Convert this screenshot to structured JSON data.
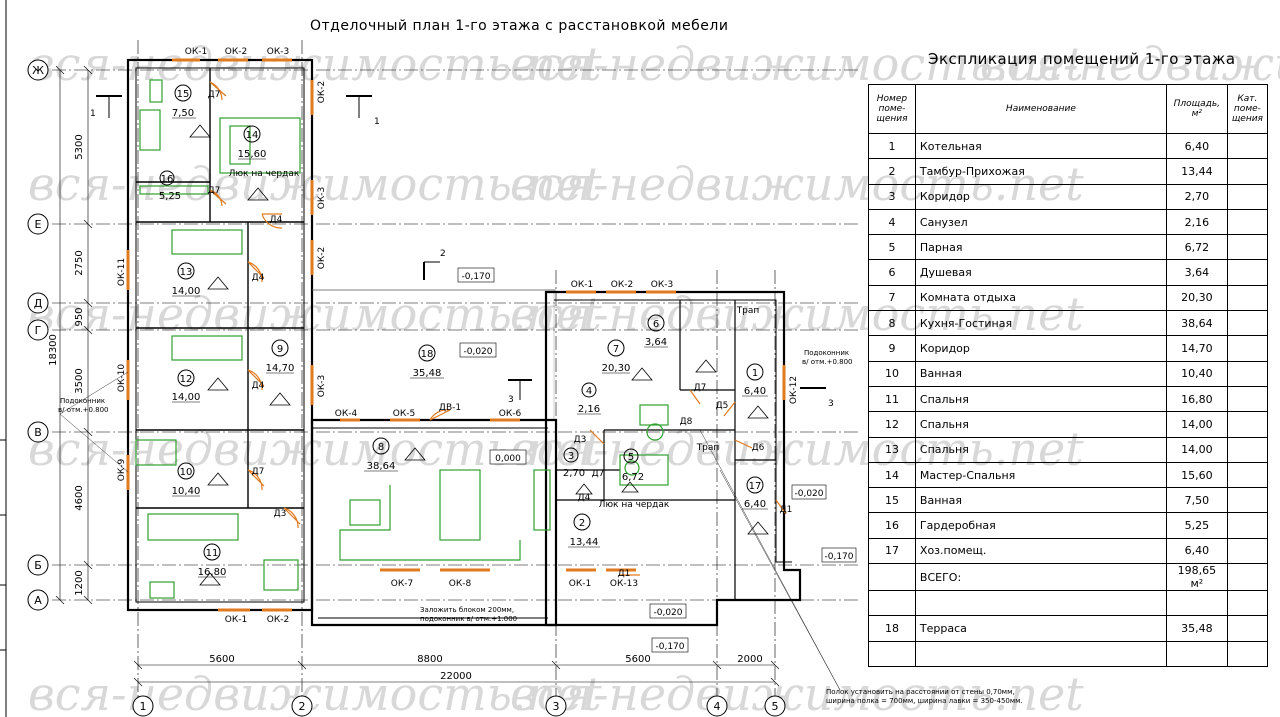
{
  "title": "Отделочный план 1-го этажа с расстановкой мебели",
  "watermark": "вся-недвижимость.net",
  "explication": {
    "title": "Экспликация помещений 1-го этажа",
    "headers": {
      "num": "Номер поме-щения",
      "name": "Наименование",
      "area": "Площадь, м²",
      "cat": "Кат. поме-щения"
    },
    "rows": [
      {
        "num": "1",
        "name": "Котельная",
        "area": "6,40"
      },
      {
        "num": "2",
        "name": "Тамбур-Прихожая",
        "area": "13,44"
      },
      {
        "num": "3",
        "name": "Коридор",
        "area": "2,70"
      },
      {
        "num": "4",
        "name": "Санузел",
        "area": "2,16"
      },
      {
        "num": "5",
        "name": "Парная",
        "area": "6,72"
      },
      {
        "num": "6",
        "name": "Душевая",
        "area": "3,64"
      },
      {
        "num": "7",
        "name": "Комната отдыха",
        "area": "20,30"
      },
      {
        "num": "8",
        "name": "Кухня-Гостиная",
        "area": "38,64"
      },
      {
        "num": "9",
        "name": "Коридор",
        "area": "14,70"
      },
      {
        "num": "10",
        "name": "Ванная",
        "area": "10,40"
      },
      {
        "num": "11",
        "name": "Спальня",
        "area": "16,80"
      },
      {
        "num": "12",
        "name": "Спальня",
        "area": "14,00"
      },
      {
        "num": "13",
        "name": "Спальня",
        "area": "14,00"
      },
      {
        "num": "14",
        "name": "Мастер-Спальня",
        "area": "15,60"
      },
      {
        "num": "15",
        "name": "Ванная",
        "area": "7,50"
      },
      {
        "num": "16",
        "name": "Гардеробная",
        "area": "5,25"
      },
      {
        "num": "17",
        "name": "Хоз.помещ.",
        "area": "6,40"
      }
    ],
    "total_label": "ВСЕГО:",
    "total_area": "198,65 м²",
    "terrace": {
      "num": "18",
      "name": "Терраса",
      "area": "35,48"
    }
  },
  "axes": {
    "rows": [
      "Ж",
      "Е",
      "Д",
      "Г",
      "В",
      "Б",
      "А"
    ],
    "cols": [
      "1",
      "2",
      "3",
      "4",
      "5"
    ]
  },
  "dims": {
    "bottom": [
      "5600",
      "8800",
      "5600",
      "2000"
    ],
    "overall": "22000",
    "left": [
      "5300",
      "2750",
      "950",
      "3500",
      "4600",
      "1200"
    ],
    "left_total": "18300"
  },
  "rooms": [
    {
      "n": "15",
      "a": "7,50"
    },
    {
      "n": "14",
      "a": "15,60"
    },
    {
      "n": "16",
      "a": "5,25"
    },
    {
      "n": "13",
      "a": "14,00"
    },
    {
      "n": "12",
      "a": "14,00"
    },
    {
      "n": "9",
      "a": "14,70"
    },
    {
      "n": "10",
      "a": "10,40"
    },
    {
      "n": "11",
      "a": "16,80"
    },
    {
      "n": "18",
      "a": "35,48"
    },
    {
      "n": "8",
      "a": "38,64"
    },
    {
      "n": "7",
      "a": "20,30"
    },
    {
      "n": "6",
      "a": "3,64"
    },
    {
      "n": "4",
      "a": "2,16"
    },
    {
      "n": "3",
      "a": "2,70"
    },
    {
      "n": "5",
      "a": "6,72"
    },
    {
      "n": "2",
      "a": "13,44"
    },
    {
      "n": "1",
      "a": "6,40"
    },
    {
      "n": "17",
      "a": "6,40"
    }
  ],
  "labels": {
    "ok1": "ОК-1",
    "ok2": "ОК-2",
    "ok3": "ОК-3",
    "ok4": "ОК-4",
    "ok5": "ОК-5",
    "ok6": "ОК-6",
    "ok7": "ОК-7",
    "ok8": "ОК-8",
    "ok9": "ОК-9",
    "ok10": "ОК-10",
    "ok11": "ОК-11",
    "ok12": "ОК-12",
    "ok13": "ОК-13",
    "d1": "Д1",
    "d3": "Д3",
    "d4": "Д4",
    "d5": "Д5",
    "d6": "Д6",
    "d7": "Д7",
    "d8": "Д8",
    "dv1": "ДВ-1",
    "hatch": "Люк на чердак",
    "trap": "Трап",
    "sill": "Подоконник",
    "sill_lvl": "в/ отм.+0.800",
    "sill_lvl2": "в/ отм.+0.800",
    "lvl_m0170": "-0,170",
    "lvl_m0020": "-0,020",
    "lvl_0000": "0,000",
    "block_note1": "Заложить блоком 200мм,",
    "block_note2": "подоконник в/ отм.+1.000",
    "sec1": "1",
    "sec2": "2",
    "sec3": "3"
  },
  "note": [
    "Полок установить на расстоянии от стены 0,70мм,",
    "ширина полка = 700мм, ширина лавки = 350-450мм."
  ]
}
